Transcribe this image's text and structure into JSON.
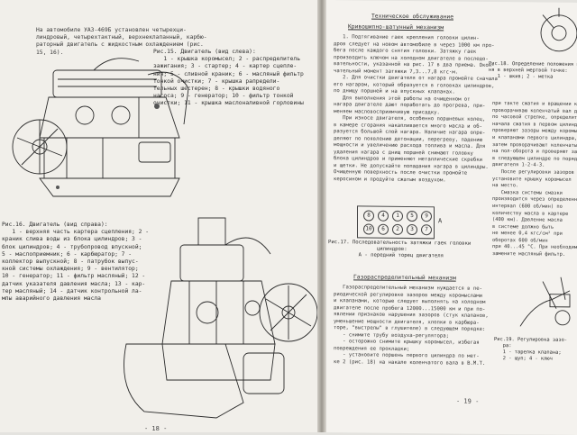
{
  "left_page": {
    "intro": "На автомобиле УАЗ-469Б установлен четырехци-\nлиндровый, четырехтактный, верхнеклапанный, карбю-\nраторный двигатель с жидкостным охлаждением (рис.\n15, 16).",
    "fig15_caption": "Рис.15. Двигатель (вид слева):\n   1 - крышка коромысел; 2 - распределитель\nзажигания; 3 - стартер; 4 - картер сцепле-\nния; 5 - сливной краник; 6 - масляный фильтр\nтонкой очистки; 7 - крышка рапредели-\nтельных шестерен; 8 - крышки водяного\nнасоса; 9 - генератор; 10 - фильтр тонкой\nочистки; 11 - крышка маслоналивной горловины",
    "fig16_caption": "Рис.16. Двигатель (вид справа):\n   1 - верхняя часть картера сцепления; 2 -\nкраник слива воды из блока цилиндров; 3 -\nблок цилиндров; 4 - трубопровод впускной;\n5 - маслоприемник; 6 - карбюратор; 7 -\nколлектор выпускной; 8 - патрубок выпус-\nкной системы охлаждения; 9 - вентилятор;\n10 - генератор; 11 - фильтр масляный; 12 -\nдатчик указателя давления масла; 13 - кар-\nтер масляный; 14 - датчик контрольной ла-\nмпы аварийного давления масла",
    "page_number": "- 18 -"
  },
  "right_page": {
    "heading1": "Техническое обслуживание",
    "heading2": "Кривошипно-шатунный механизм",
    "body1": "   1. Подтягивание гаек крепления головки цилин-\nдров следует на новом автомобиле в через 1000 км про-\nбега после каждого снятия головки. Затяжку гаек\nпроизводить ключом на холодном двигателе в последо-\nвательности, указанной на рис. 17 в два приема. Окон-\nчательный момент затяжки 7,3...7,8 кгс·м.\n   2. Для очистки двигателя от нагара промойте сначала\nего нагаром, который образуется в головках цилиндров,\nпо днищу поршней и на впускных клапанах.\n   Для выполнения этой работы на очищенном от\nнагара двигателе дают поработать до прогрева, при-\nменяем масловосприимчивую присадку.\n   При износе двигателя, особенно поршневых колец,\nв камере сгорания накапливается много масла и об-\nразуется большой слой нагара. Наличие нагара опре-\nделяют по появлению детонации, перегреву, падению\nмощности и увеличению расхода топлива и масла. Для\nудаления нагара с днищ поршней снимают головку\nблока цилиндров и применяют металлические скребки\nи щетки. Не допускайте попадания нагара в цилиндры.\nОчищенную поверхность после очистки промойте\nкеросином и продуйте сжатым воздухом.",
    "fig17_caption": "Рис.17. Последовательность затяжки гаек головки\n                цилиндров:\n          А - передний торец двигателя",
    "heading3": "Газораспределительный механизм",
    "body2": "   Газораспределительный механизм нуждается в пе-\nриодической регулировке зазоров между коромыслами\nи клапанами, которые следует выполнять на холодном\nдвигателе после пробега 12000...15000 км и при по-\nявлении признаков нарушения зазоров (стук клапанов,\nуменьшение мощности двигателя, хлопки в карбюра-\nторе, \"выстрелы\" в глушителе) в следующем порядке:\n   - снимите трубу воздуха-регулятора;\n   - осторожно снимите крышку коромысел, избегая\nповреждения ее прокладки;\n   - установите поршень первого цилиндра по мет-\nке 2 (рис. 18) на накале коленчатого вала в В.М.Т.",
    "fig18_caption": "Рис.18. Определение положения порш-\nня в верхней мертвой точке:\n   1 - шкив; 2 - метка",
    "body3": "при такте сжатия и вращении ключом\nпроворачиваю коленчатый вал двигателя\nпо часовой стрелке, определить момент\nначала сжатия в первом цилиндре,\nпроверяют зазоры между коромыслами\nи клапанами первого цилиндра,\nзатем проворачивают коленчатый вал\nна пол-оборота и проверяют зазоры\nв следующем цилиндре по порядку работы\nдвигателя 1-2-4-3.\n   После регулировки зазоров\nустановите крышку коромысел\nна место.\n   Смазка системы смазки\nпроизводится через определенный\nинтервал (600 об/мин) по\nколичеству масла в картере\n(400 км). Давление масла\nв системе должно быть\nне менее 0,4 кгс/см² при\nоборотах 600 об/мин\nпри 40...45 °С. При необходимости\nзамените масляный фильтр.",
    "fig19_caption": "Рис.19. Регулировка зазо-\n   ра:\n   1 - тарелка клапана;\n   2 - щуп; 4 - ключ",
    "page_number": "- 19 -",
    "bolt_order": [
      "8",
      "4",
      "1",
      "5",
      "9",
      "10",
      "6",
      "2",
      "3",
      "7"
    ],
    "label_A": "А"
  }
}
